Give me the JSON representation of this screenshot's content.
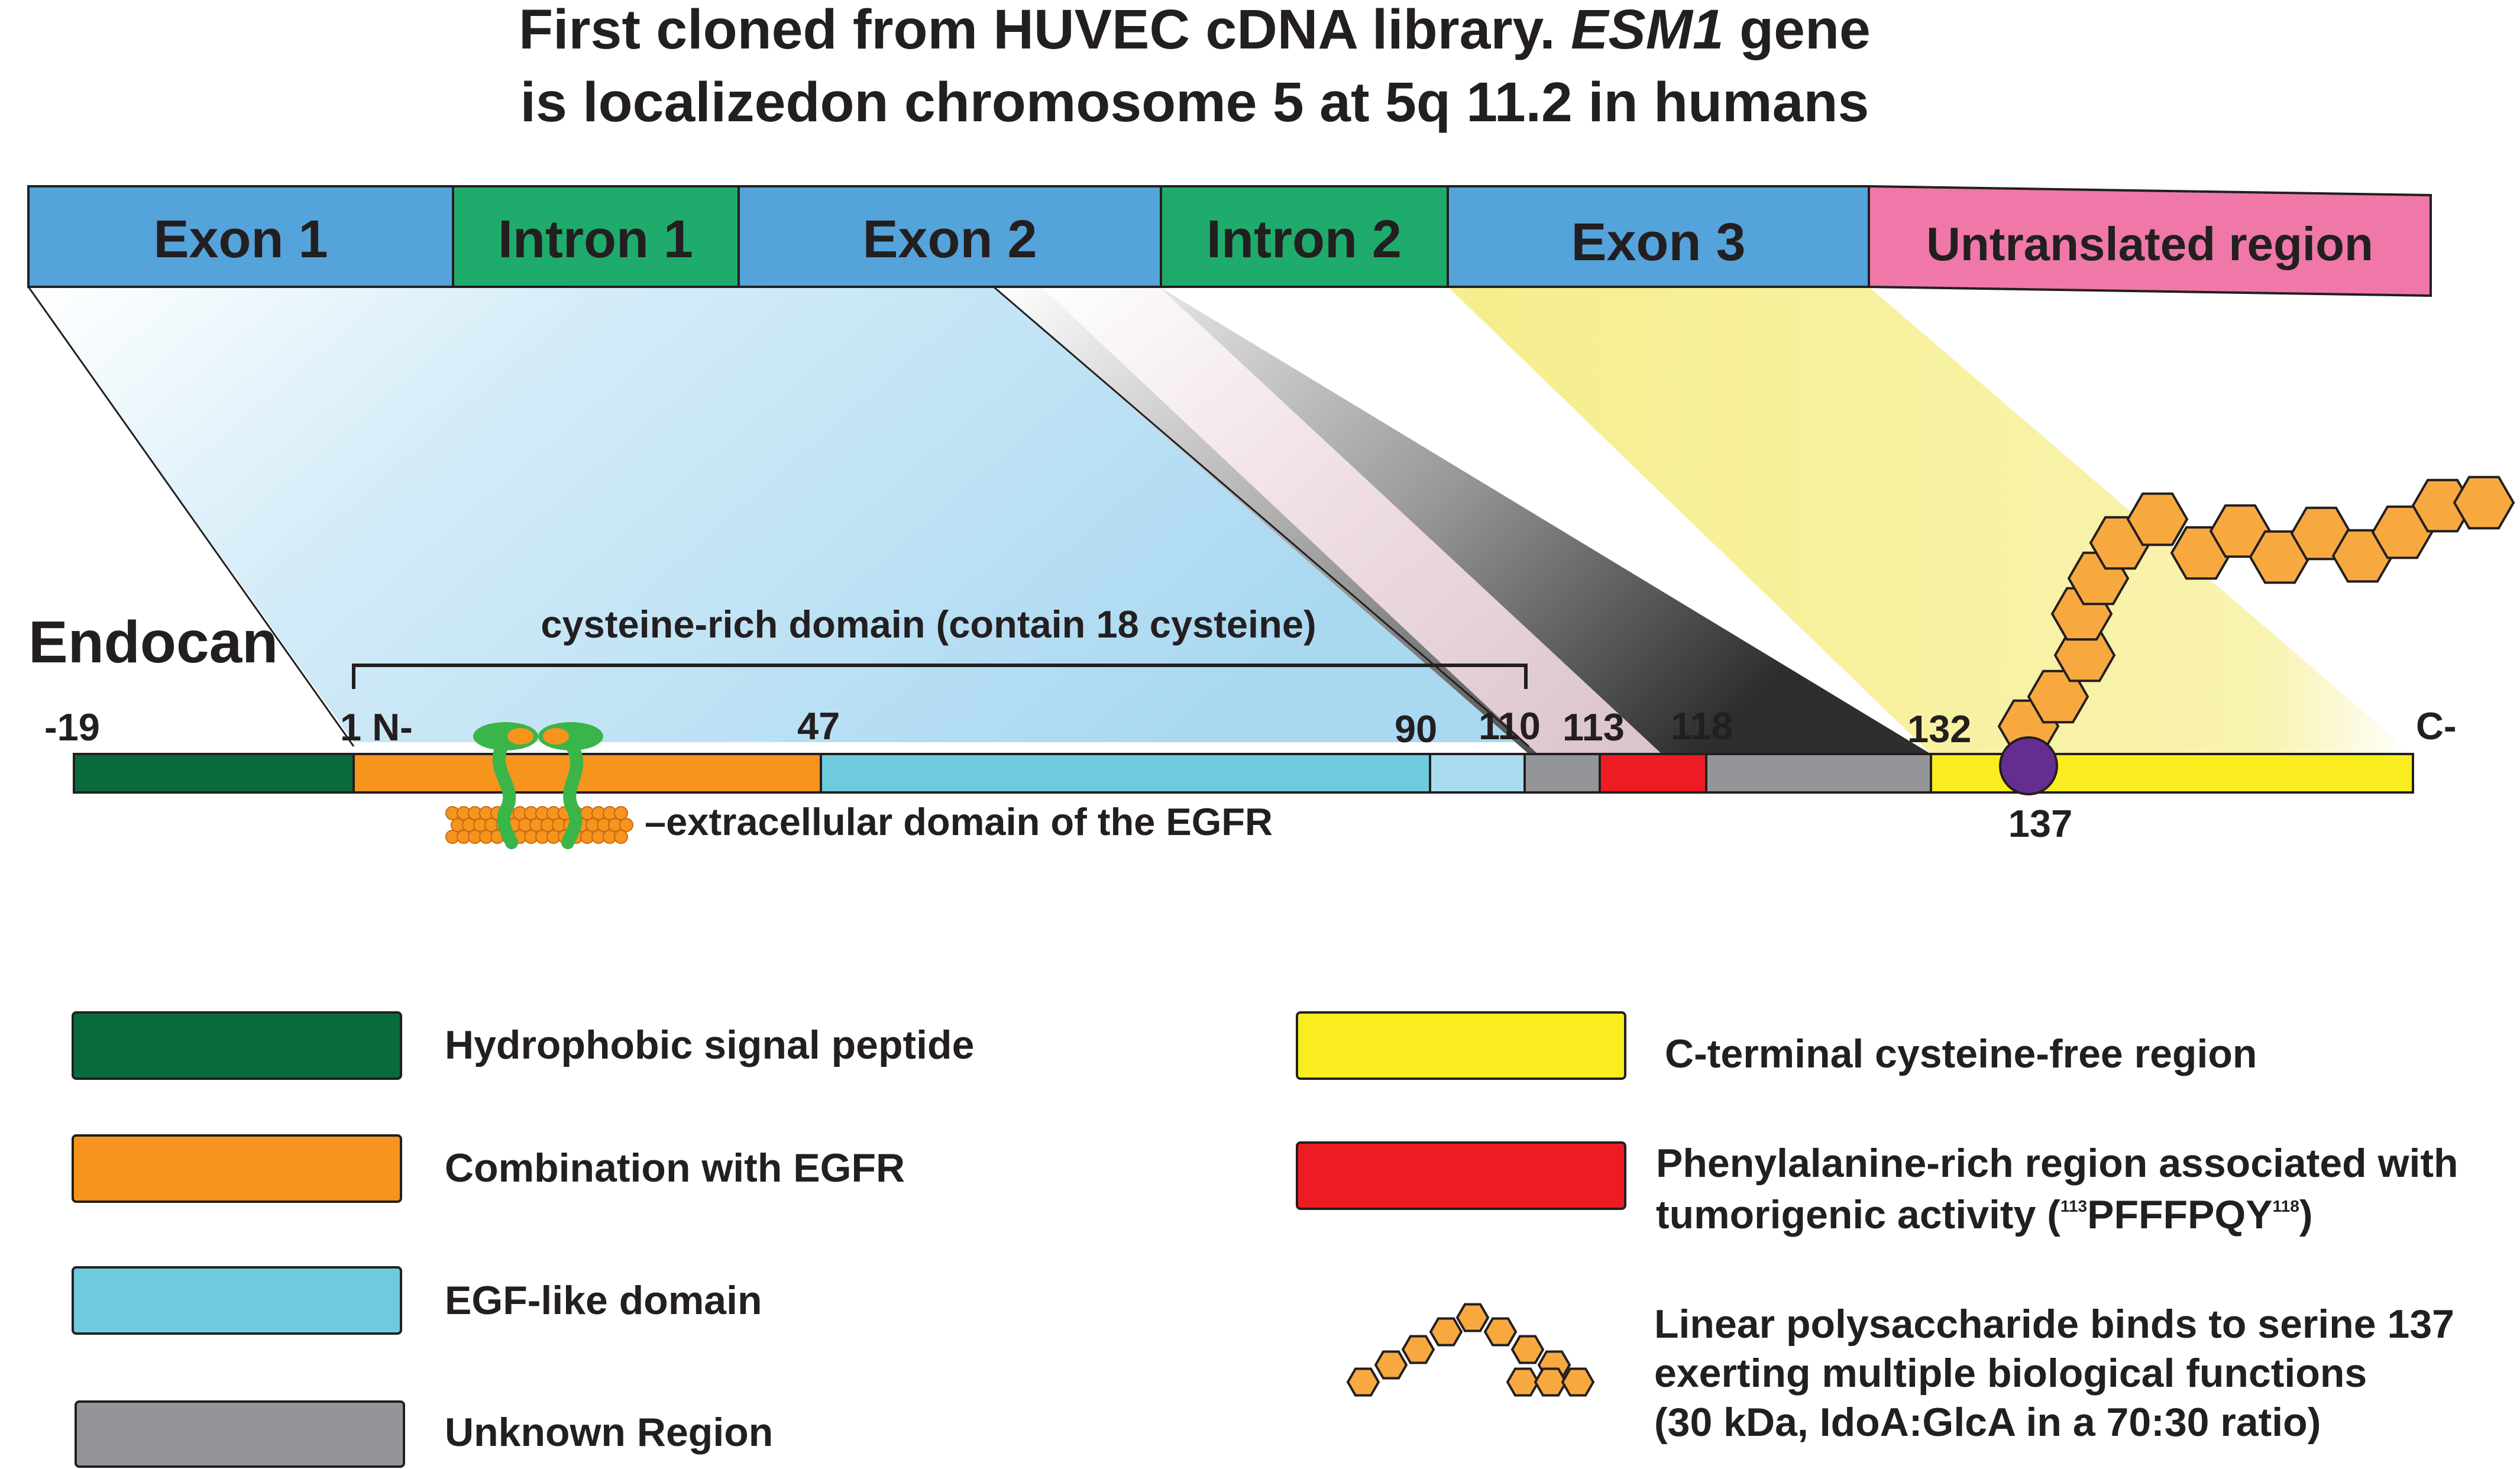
{
  "title": {
    "line1_prefix": "First cloned from HUVEC cDNA library. ",
    "line1_gene": "ESM1",
    "line1_suffix": " gene",
    "line2": "is localizedon chromosome 5 at 5q 11.2 in humans"
  },
  "gene_segments": [
    {
      "label": "Exon 1",
      "color": "#55a3db"
    },
    {
      "label": "Intron 1",
      "color": "#1fab6c"
    },
    {
      "label": "Exon 2",
      "color": "#55a3db"
    },
    {
      "label": "Intron 2",
      "color": "#1fab6c"
    },
    {
      "label": "Exon 3",
      "color": "#55a3db"
    },
    {
      "label": "Untranslated region",
      "color": "#ef78a9"
    }
  ],
  "protein": {
    "name": "Endocan",
    "bracket_label": "cysteine-rich domain (contain 18 cysteine)",
    "positions": {
      "p_neg19": "-19",
      "p1": "1 N-",
      "p47": "47",
      "p90": "90",
      "p110": "110",
      "p113": "113",
      "p118": "118",
      "p132": "132",
      "c_term": "C-"
    },
    "serine_position": "137",
    "egfr_label": "–extracellular domain of the EGFR",
    "regions": [
      {
        "name": "signal-peptide",
        "color": "#096b3b"
      },
      {
        "name": "egfr-combination",
        "color": "#f7941d"
      },
      {
        "name": "egf-like",
        "color": "#6dcbdd"
      },
      {
        "name": "egf-like-light",
        "color": "#a8dcee"
      },
      {
        "name": "unknown-1",
        "color": "#939598"
      },
      {
        "name": "phe-rich",
        "color": "#ed1c24"
      },
      {
        "name": "unknown-2",
        "color": "#939598"
      },
      {
        "name": "c-terminal",
        "color": "#f9ed1f"
      }
    ],
    "serine_color": "#662d91",
    "glycan_color": "#f7a940"
  },
  "legend": {
    "left": [
      {
        "label": "Hydrophobic signal peptide",
        "color": "#096b3b"
      },
      {
        "label": "Combination with EGFR",
        "color": "#f7941d"
      },
      {
        "label": "EGF-like domain",
        "color": "#6dcbdd"
      },
      {
        "label": "Unknown Region",
        "color": "#939598"
      }
    ],
    "right": [
      {
        "label": "C-terminal cysteine-free region",
        "color": "#f9ed1f"
      },
      {
        "label_line1": "Phenylalanine-rich region associated with",
        "label_line2_prefix": " tumorigenic activity (",
        "sup_start": "113",
        "seq": "PFFFPQY",
        "sup_end": "118",
        "label_line2_suffix": ")",
        "color": "#ed1c24"
      },
      {
        "label_line1": "Linear polysaccharide binds to serine 137",
        "label_line2": "exerting multiple biological functions",
        "label_line3": "(30 kDa, IdoA:GlcA in a 70:30 ratio)"
      }
    ]
  }
}
